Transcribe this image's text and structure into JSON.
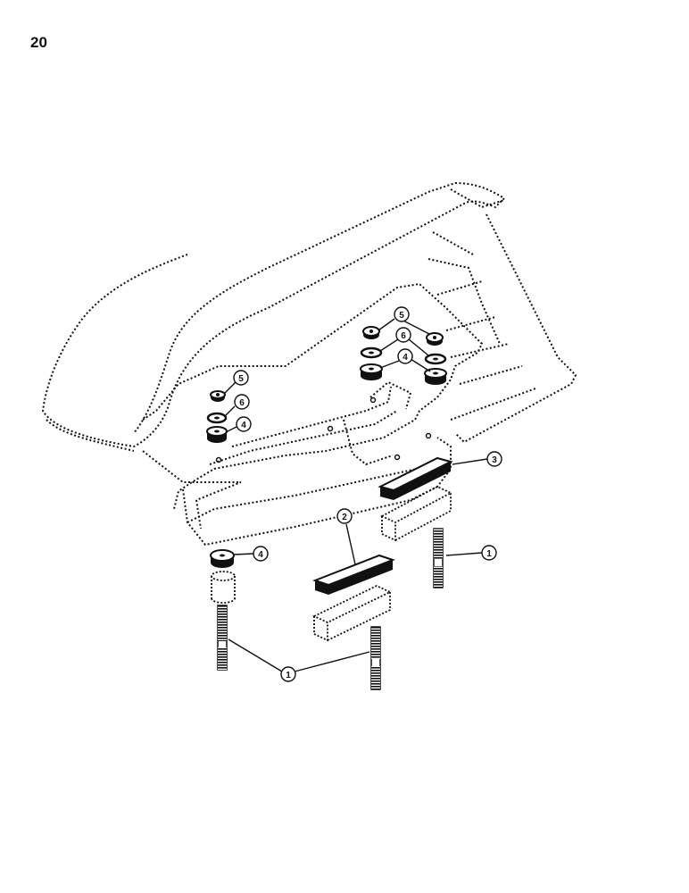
{
  "page": {
    "number": "20"
  },
  "callouts": [
    {
      "id": "c5a",
      "label": "5"
    },
    {
      "id": "c6a",
      "label": "6"
    },
    {
      "id": "c4a",
      "label": "4"
    },
    {
      "id": "c5b",
      "label": "5"
    },
    {
      "id": "c6b",
      "label": "6"
    },
    {
      "id": "c4b",
      "label": "4"
    },
    {
      "id": "c3",
      "label": "3"
    },
    {
      "id": "c2",
      "label": "2"
    },
    {
      "id": "c4c",
      "label": "4"
    },
    {
      "id": "c1a",
      "label": "1"
    },
    {
      "id": "c1b",
      "label": "1"
    }
  ],
  "colors": {
    "ink": "#111111",
    "paper": "#ffffff"
  },
  "icons": [
    "stud-icon",
    "spacer-block-icon",
    "plate-icon",
    "washer-icon",
    "nut-icon",
    "bushing-icon"
  ]
}
